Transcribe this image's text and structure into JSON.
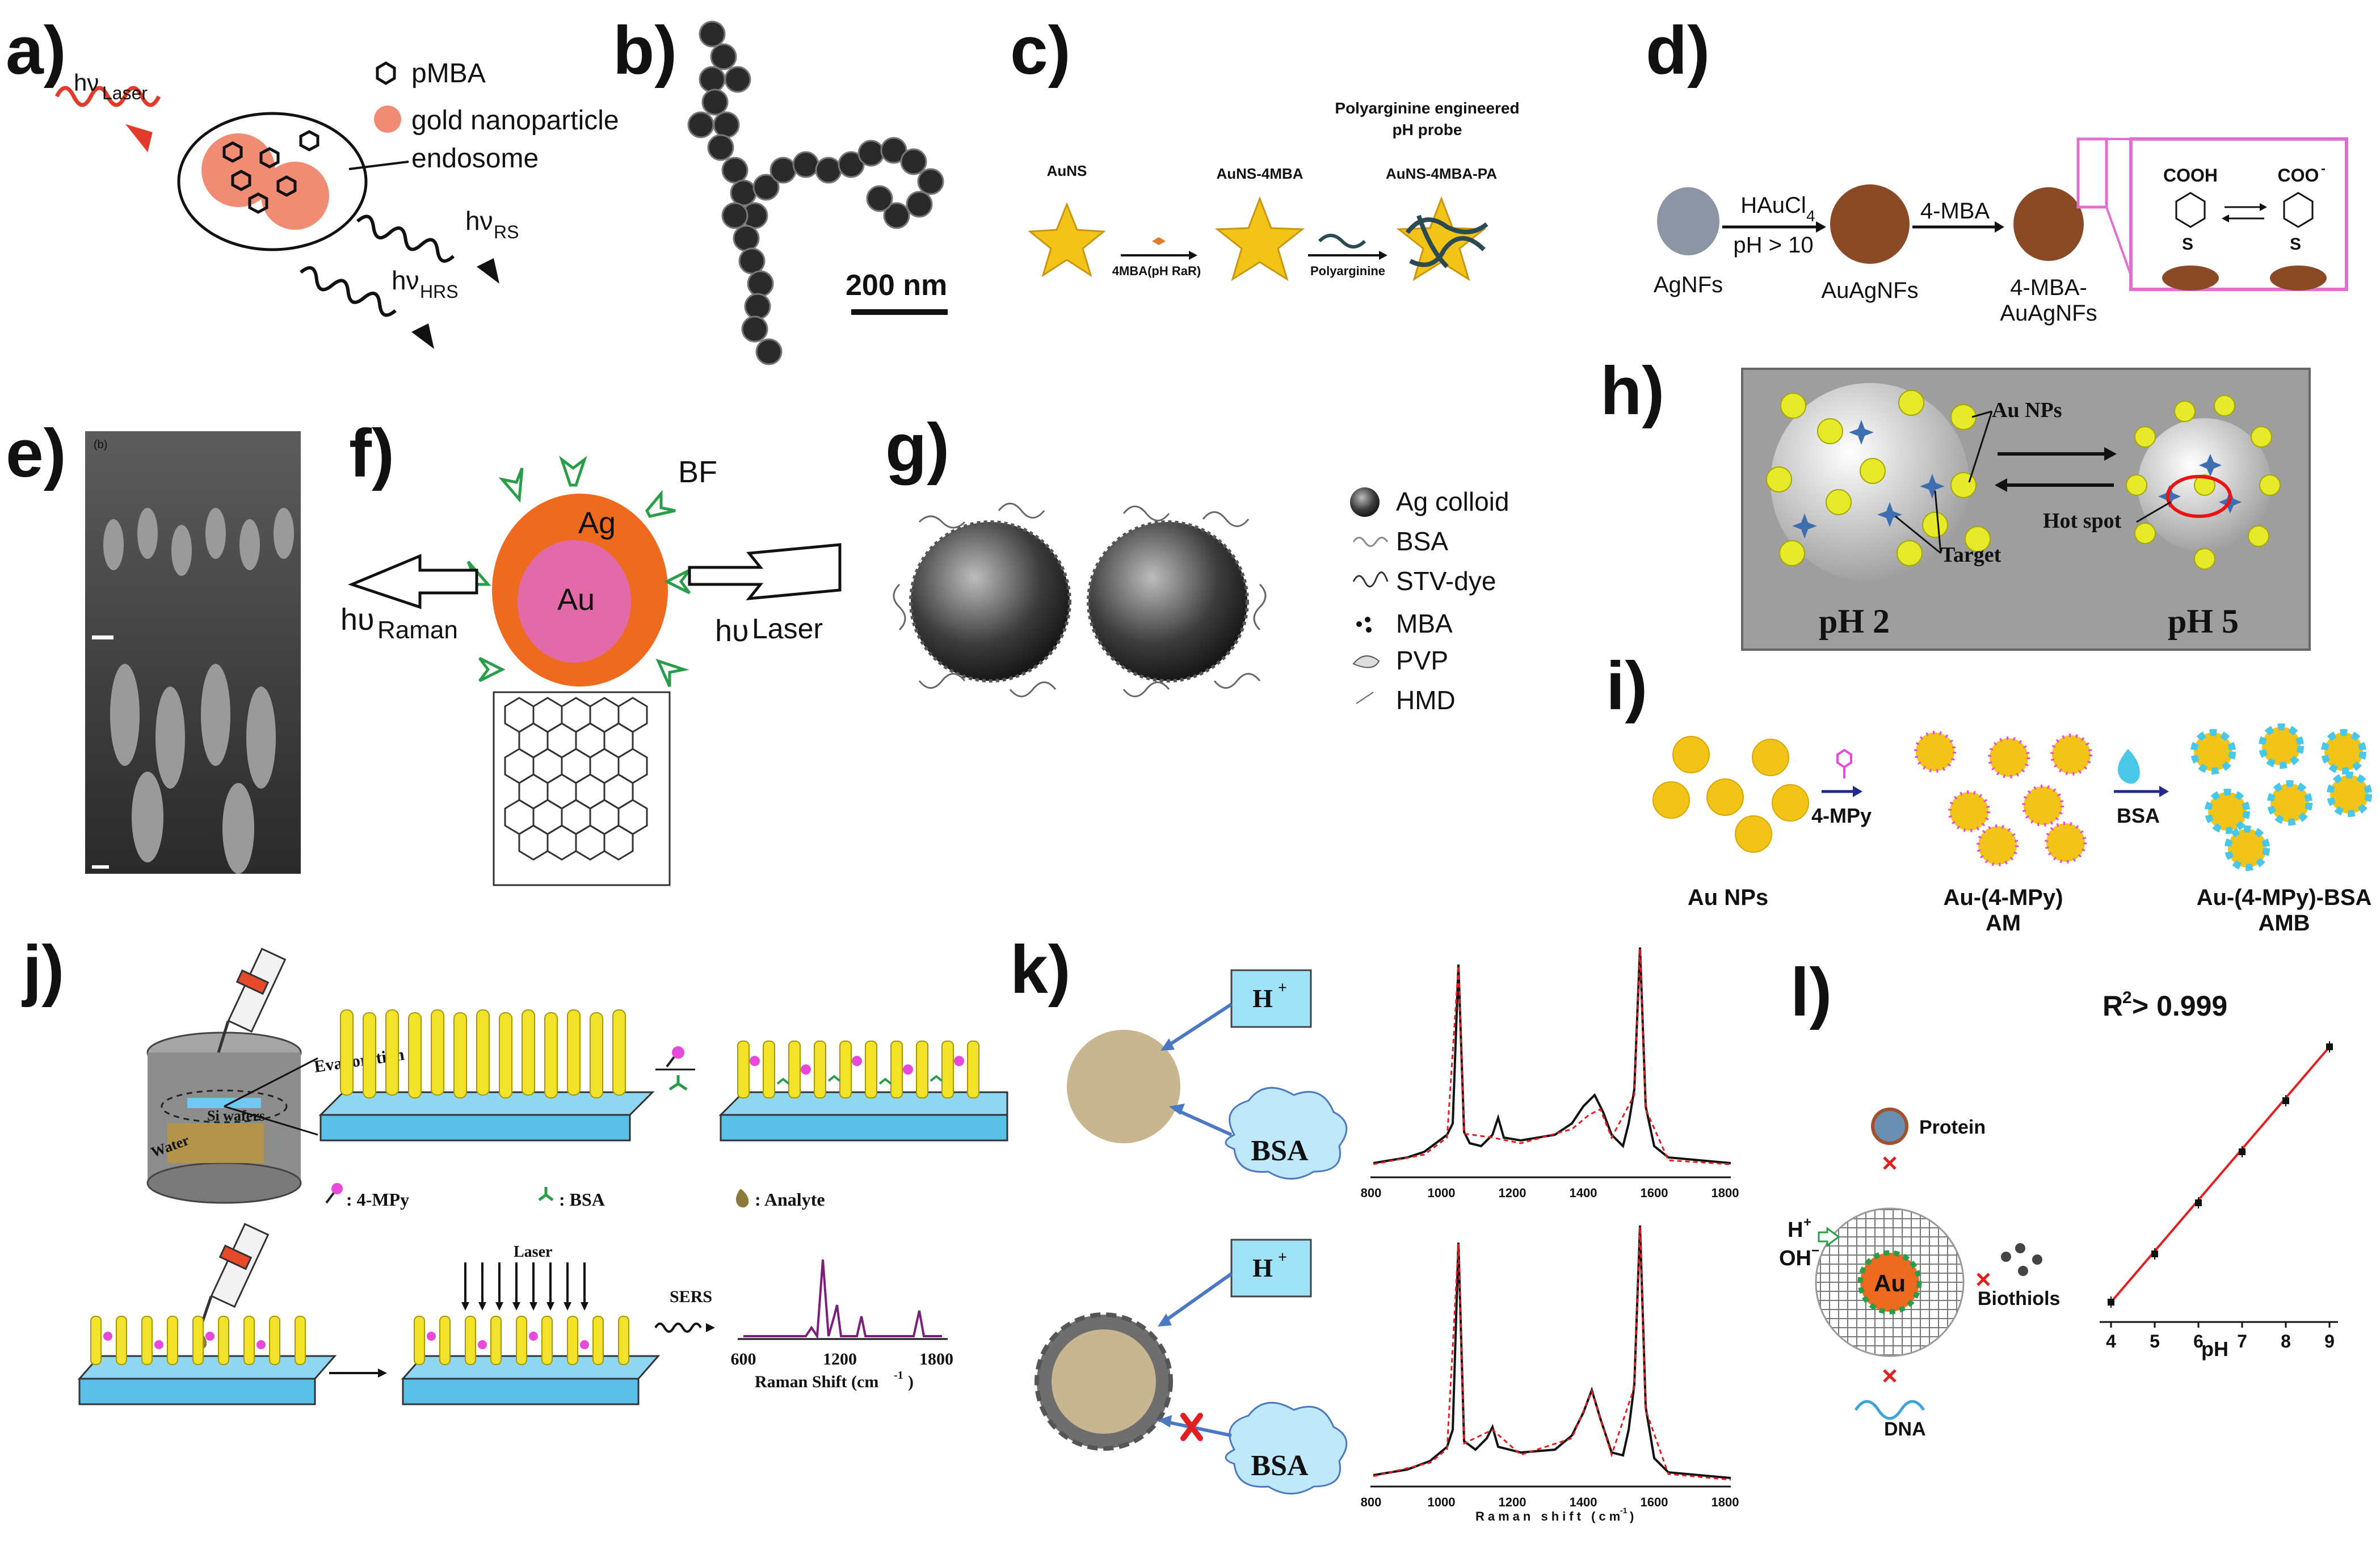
{
  "panels": {
    "a": {
      "label": "a)",
      "laser_sub": "hν",
      "laser_text": "Laser",
      "legend_pmba": "pMBA",
      "legend_gold": "gold nanoparticle",
      "legend_endosome": "endosome",
      "rs_main": "hν",
      "rs_sub": "RS",
      "hrs_main": "hν",
      "hrs_sub": "HRS"
    },
    "b": {
      "label": "b)",
      "scale_bar": "200 nm"
    },
    "c": {
      "label": "c)",
      "title_line1": "Polyarginine engineered",
      "title_line2": "pH probe",
      "star1": "AuNS",
      "star2": "AuNS-4MBA",
      "star3": "AuNS-4MBA-PA",
      "arrow1": "4MBA(pH RaR)",
      "arrow2": "Polyarginine"
    },
    "d": {
      "label": "d)",
      "step1_top": "HAuCl",
      "step1_sub": "4",
      "step1_bottom": "pH > 10",
      "step2": "4-MBA",
      "np1": "AgNFs",
      "np2": "AuAgNFs",
      "np3_line1": "4-MBA-",
      "np3_line2": "AuAgNFs",
      "cooh": "COOH",
      "coo": "COO",
      "coo_sup": "-",
      "s1": "S",
      "s2": "S"
    },
    "e": {
      "label": "e)",
      "corner": "(b)"
    },
    "f": {
      "label": "f)",
      "bf": "BF",
      "ag": "Ag",
      "au": "Au",
      "laser_main": "hυ",
      "laser_sub": "Laser",
      "raman_main": "hυ",
      "raman_sub": "Raman"
    },
    "g": {
      "label": "g)",
      "legend": [
        "Ag colloid",
        "BSA",
        "STV-dye",
        "MBA",
        "PVP",
        "HMD"
      ]
    },
    "h": {
      "label": "h)",
      "au_nps": "Au NPs",
      "target": "Target",
      "hot_spot": "Hot spot",
      "ph_left": "pH 2",
      "ph_right": "pH 5"
    },
    "i": {
      "label": "i)",
      "arrow1": "4-MPy",
      "arrow2": "BSA",
      "cap1": "Au NPs",
      "cap2_line1": "Au-(4-MPy)",
      "cap2_line2": "AM",
      "cap3_line1": "Au-(4-MPy)-BSA",
      "cap3_line2": "AMB"
    },
    "j": {
      "label": "j)",
      "evaporation": "Evaporation",
      "si_wafers": "Si wafers",
      "water": "Water",
      "key_mpy": ": 4-MPy",
      "key_bsa": ": BSA",
      "key_analyte": ": Analyte",
      "laser": "Laser",
      "sers": "SERS",
      "ticks": [
        "600",
        "1200",
        "1800"
      ],
      "xlabel": "Raman Shift (cm",
      "xlabel_sup": "-1",
      "xlabel_end": ")"
    },
    "k": {
      "label": "k)",
      "h_plus": "H",
      "h_sup": "+",
      "bsa": "BSA",
      "ticks": [
        "800",
        "1000",
        "1200",
        "1400",
        "1600",
        "1800"
      ],
      "xlabel": "Raman shift (cm",
      "xlabel_sup": "-1",
      "xlabel_end": ")"
    },
    "l": {
      "label": "l)",
      "protein": "Protein",
      "biothiols": "Biothiols",
      "dna": "DNA",
      "au": "Au",
      "h": "H",
      "h_sup": "+",
      "oh": "OH",
      "oh_sup": "−",
      "r2": "R",
      "r2_sup": "2",
      "r2_rest": " > 0.999",
      "xlabel": "pH",
      "ticks": [
        "4",
        "5",
        "6",
        "7",
        "8",
        "9"
      ]
    }
  },
  "chart_data": {
    "type": "scatter",
    "title": "",
    "xlabel": "pH",
    "ylabel": "",
    "annotation": "R2 > 0.999",
    "x": [
      4,
      5,
      6,
      7,
      8,
      9
    ],
    "y": [
      0.05,
      0.22,
      0.4,
      0.58,
      0.76,
      0.95
    ],
    "xlim": [
      4,
      9
    ],
    "ylim": [
      0,
      1
    ],
    "fit_line": "linear",
    "colors": {
      "points": "#111111",
      "fit": "#e02020",
      "annotation": "#1a3cff"
    }
  },
  "colors": {
    "laser": "#e23b2b",
    "gold": "#f2c417",
    "ag_shell": "#ee6a1e",
    "au_core": "#e26aa8",
    "green": "#2a9d4a",
    "blue_caption": "#1f2a8a",
    "cyan_box": "#9fe2f5",
    "bsa_cloud": "#bfe8fb",
    "bead": "#c8b691"
  }
}
